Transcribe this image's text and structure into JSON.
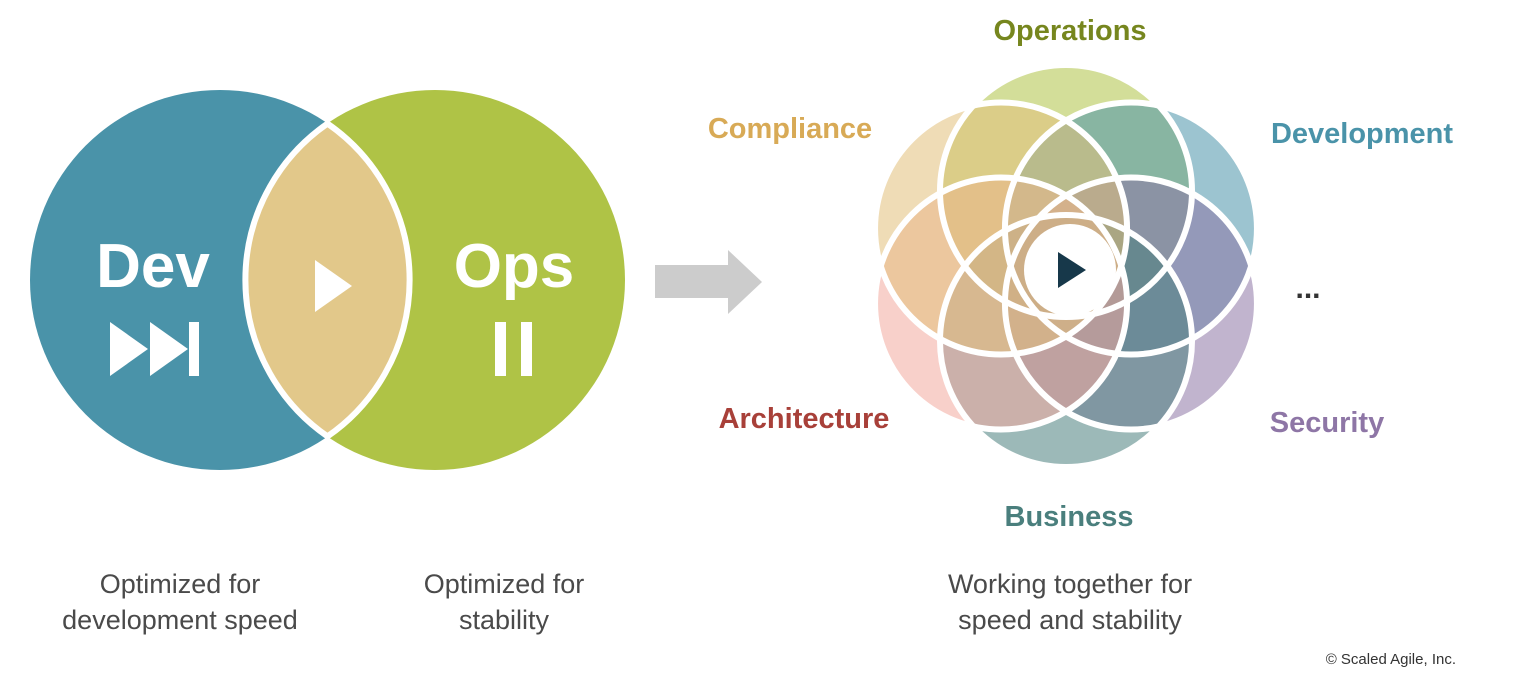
{
  "left": {
    "dev": {
      "label": "Dev",
      "color": "#4a93a9",
      "icon": "fast-forward-icon"
    },
    "ops": {
      "label": "Ops",
      "color": "#afc346",
      "icon": "pause-icon"
    },
    "overlap": {
      "color": "#e2c88a",
      "icon": "play-icon"
    },
    "captions": {
      "dev": [
        "Optimized for",
        "development speed"
      ],
      "ops": [
        "Optimized for",
        "stability"
      ]
    }
  },
  "arrow": {
    "icon": "right-arrow-icon",
    "color": "#cccccc"
  },
  "right": {
    "petals": [
      {
        "label": "Operations",
        "color": "#afc346",
        "label_color": "#76861e"
      },
      {
        "label": "Development",
        "color": "#4a93a9",
        "label_color": "#4a93a9"
      },
      {
        "label": "Security",
        "color": "#8e76a6",
        "label_color": "#8e76a6"
      },
      {
        "label": "Business",
        "color": "#4a7f7d",
        "label_color": "#4a7f7d"
      },
      {
        "label": "Architecture",
        "color": "#f3a99f",
        "label_color": "#a84039"
      },
      {
        "label": "Compliance",
        "color": "#e2c07a",
        "label_color": "#d8aa56"
      }
    ],
    "more": "...",
    "center_icon": "play-icon",
    "caption": [
      "Working together for",
      "speed and stability"
    ]
  },
  "copyright": "© Scaled Agile, Inc."
}
